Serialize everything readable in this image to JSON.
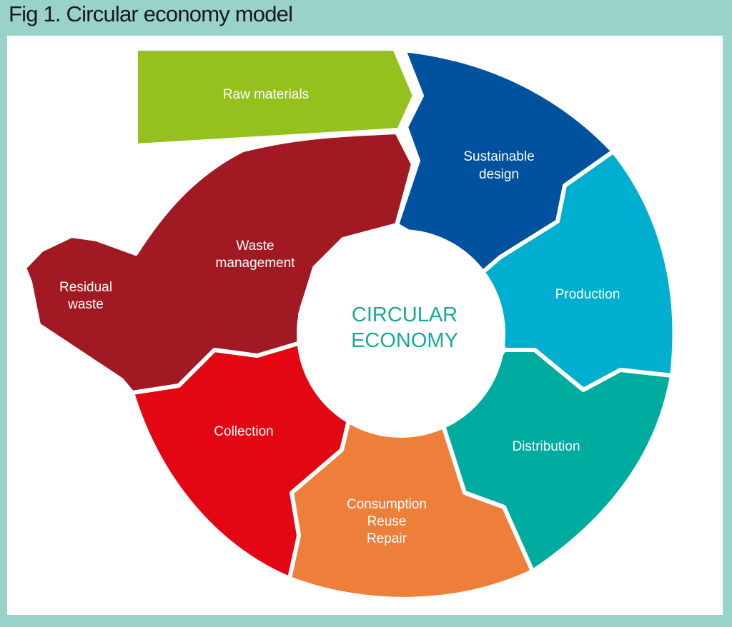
{
  "figure": {
    "title": "Fig 1. Circular economy model"
  },
  "center": {
    "line1": "CIRCULAR",
    "line2": "ECONOMY"
  },
  "segments": {
    "raw_materials": {
      "label": "Raw materials",
      "color": "#95c11f"
    },
    "sustainable_design": {
      "line1": "Sustainable",
      "line2": "design",
      "color": "#00519e"
    },
    "production": {
      "label": "Production",
      "color": "#00aecf"
    },
    "distribution": {
      "label": "Distribution",
      "color": "#00ab9f"
    },
    "consumption": {
      "line1": "Consumption",
      "line2": "Reuse",
      "line3": "Repair",
      "color": "#ee7f3b"
    },
    "collection": {
      "label": "Collection",
      "color": "#e30613"
    },
    "waste_management": {
      "line1": "Waste",
      "line2": "management",
      "color": "#a11a23"
    },
    "residual_waste": {
      "line1": "Residual",
      "line2": "waste",
      "color": "#a11a23"
    }
  },
  "colors": {
    "background": "#98d2c8",
    "panel": "#ffffff",
    "center_text": "#1aa89c"
  }
}
